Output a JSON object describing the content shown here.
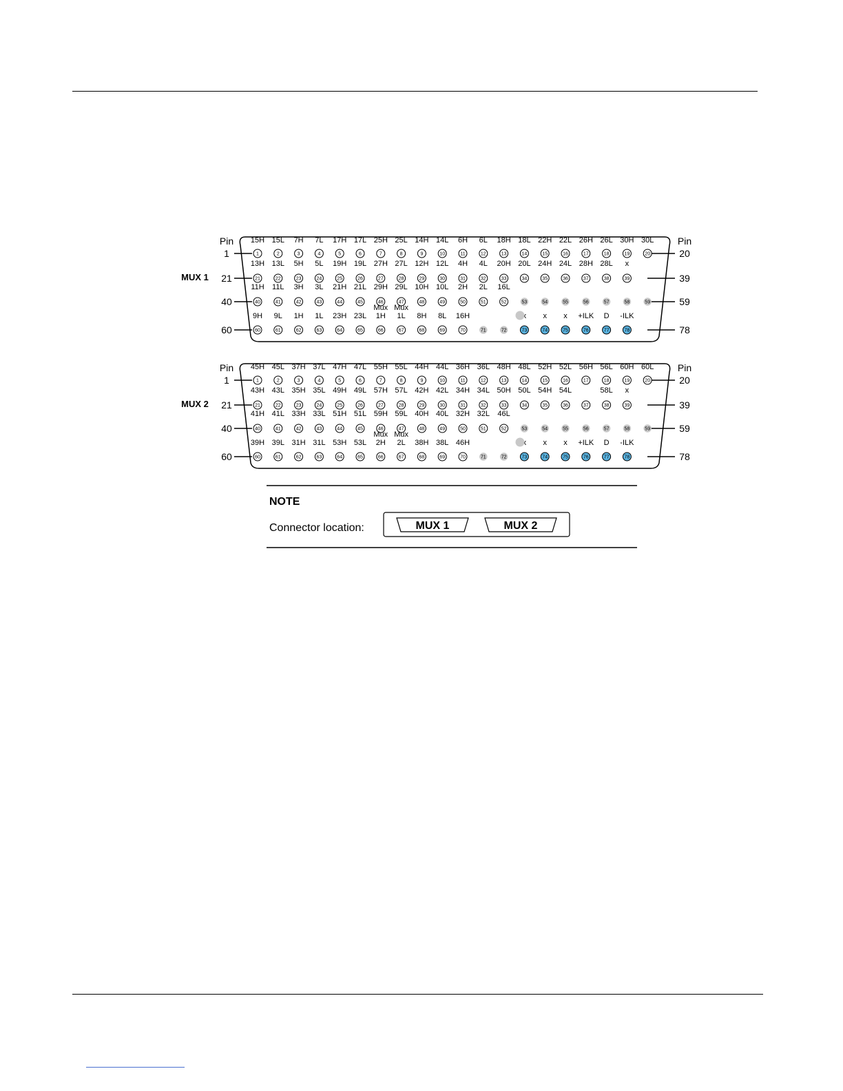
{
  "colors": {
    "normal": "#ffffff",
    "gray": "#c8c8c8",
    "blue": "#5ab3e0",
    "stroke": "#000000"
  },
  "side_labels": {
    "pin": "Pin",
    "row_start": [
      "1",
      "21",
      "40",
      "60"
    ],
    "row_end": [
      "20",
      "39",
      "59",
      "78"
    ]
  },
  "connectors": [
    {
      "name": "MUX 1",
      "row1": [
        "15H",
        "15L",
        "7H",
        "7L",
        "17H",
        "17L",
        "25H",
        "25L",
        "14H",
        "14L",
        "6H",
        "6L",
        "18H",
        "18L",
        "22H",
        "22L",
        "26H",
        "26L",
        "30H",
        "30L"
      ],
      "row2": [
        "13H",
        "13L",
        "5H",
        "5L",
        "19H",
        "19L",
        "27H",
        "27L",
        "12H",
        "12L",
        "4H",
        "4L",
        "20H",
        "20L",
        "24H",
        "24L",
        "28H",
        "28L",
        "x"
      ],
      "row3": [
        "11H",
        "11L",
        "3H",
        "3L",
        "21H",
        "21L",
        "29H",
        "29L",
        "10H",
        "10L",
        "2H",
        "2L",
        "16L",
        "",
        "",
        "",
        "",
        "",
        "",
        ""
      ],
      "row4": [
        "9H",
        "9L",
        "1H",
        "1L",
        "23H",
        "23L",
        "1H",
        "1L",
        "8H",
        "8L",
        "16H",
        "",
        "",
        "x",
        "x",
        "x",
        "+ILK",
        "D",
        "-ILK"
      ],
      "row4_prefix": [
        "",
        "",
        "",
        "",
        "",
        "",
        "Mux",
        "Mux",
        "",
        "",
        "",
        "",
        "",
        "",
        "",
        "",
        "",
        "",
        ""
      ]
    },
    {
      "name": "MUX 2",
      "row1": [
        "45H",
        "45L",
        "37H",
        "37L",
        "47H",
        "47L",
        "55H",
        "55L",
        "44H",
        "44L",
        "36H",
        "36L",
        "48H",
        "48L",
        "52H",
        "52L",
        "56H",
        "56L",
        "60H",
        "60L"
      ],
      "row2": [
        "43H",
        "43L",
        "35H",
        "35L",
        "49H",
        "49L",
        "57H",
        "57L",
        "42H",
        "42L",
        "34H",
        "34L",
        "50H",
        "50L",
        "54H",
        "54L",
        "",
        "58L",
        "x"
      ],
      "row3": [
        "41H",
        "41L",
        "33H",
        "33L",
        "51H",
        "51L",
        "59H",
        "59L",
        "40H",
        "40L",
        "32H",
        "32L",
        "46L",
        "",
        "",
        "",
        "",
        "",
        "",
        ""
      ],
      "row4": [
        "39H",
        "39L",
        "31H",
        "31L",
        "53H",
        "53L",
        "2H",
        "2L",
        "38H",
        "38L",
        "46H",
        "",
        "",
        "x",
        "x",
        "x",
        "+ILK",
        "D",
        "-ILK"
      ],
      "row4_prefix": [
        "",
        "",
        "",
        "",
        "",
        "",
        "Mux",
        "Mux",
        "",
        "",
        "",
        "",
        "",
        "",
        "",
        "",
        "",
        "",
        ""
      ]
    }
  ],
  "note": {
    "title": "NOTE",
    "text": "Connector location:",
    "connectors": [
      "MUX 1",
      "MUX 2"
    ]
  }
}
